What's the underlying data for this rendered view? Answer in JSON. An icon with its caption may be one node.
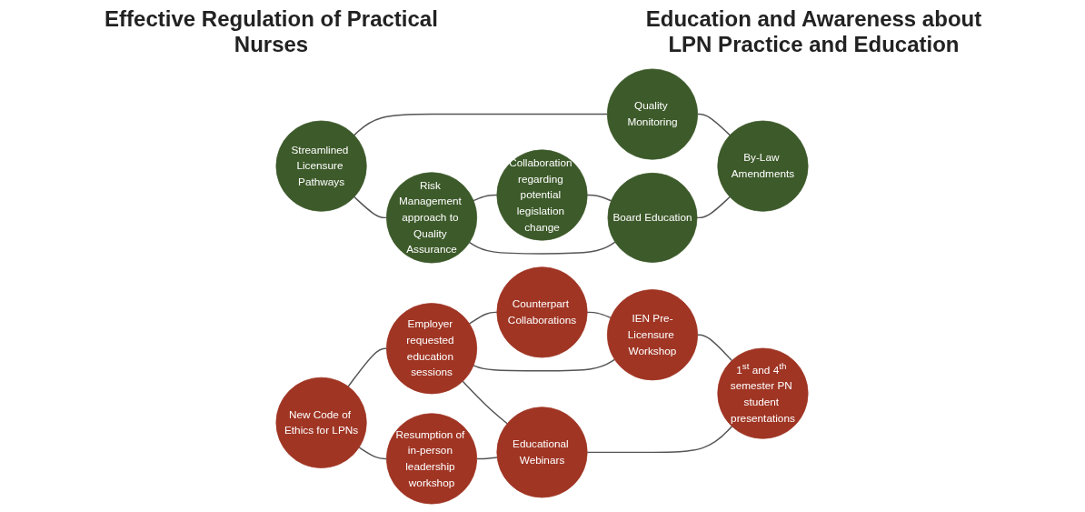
{
  "diagram": {
    "nodes": [
      {
        "text": [
          "Streamlined Licensure Pathways"
        ]
      },
      {
        "text": [
          "Quality Monitoring"
        ]
      },
      {
        "text": [
          "Risk Management approach to Quality Assurance"
        ]
      },
      {
        "text": [
          "By-Law Amendments"
        ]
      },
      {
        "text": [
          "Collaboration regarding potential legislation change"
        ]
      },
      {
        "text": [
          "Board Education"
        ]
      },
      {
        "text": [
          "New Code of Ethics for LPNs"
        ]
      },
      {
        "text": [
          "Counterpart Collaborations"
        ]
      },
      {
        "text": [
          "Employer requested education sessions"
        ]
      },
      {
        "text": [
          "IEN Pre-Licensure Workshop"
        ]
      },
      {
        "text": [
          "Resumption of in-person leadership workshop"
        ]
      },
      {
        "text": [
          "Educational Webinars"
        ]
      },
      {
        "text": [
          "1$^{st}$ and 4$^{th}$ semester PN student presentations"
        ]
      }
    ],
    "edges": [
      {
        "from": 0,
        "to": 1,
        "arrow": "none"
      },
      {
        "from": 0,
        "to": 2,
        "arrow": "none"
      },
      {
        "from": 1,
        "to": 3,
        "arrow": "none"
      },
      {
        "from": 2,
        "to": 4,
        "arrow": "none"
      },
      {
        "from": 2,
        "to": 5,
        "arrow": "none"
      },
      {
        "from": 4,
        "to": 5,
        "arrow": "none"
      },
      {
        "from": 5,
        "to": 3,
        "arrow": "none"
      },
      {
        "from": 6,
        "to": 8,
        "arrow": "none"
      },
      {
        "from": 6,
        "to": 10,
        "arrow": "none"
      },
      {
        "from": 8,
        "to": 7,
        "arrow": "none"
      },
      {
        "from": 8,
        "to": 9,
        "arrow": "none"
      },
      {
        "from": 8,
        "to": 11,
        "arrow": "none"
      },
      {
        "from": 7,
        "to": 9,
        "arrow": "none"
      },
      {
        "from": 10,
        "to": 11,
        "arrow": "none"
      },
      {
        "from": 11,
        "to": 12,
        "arrow": "none"
      },
      {
        "from": 9,
        "to": 12,
        "arrow": "none"
      }
    ],
    "labels": [
      "Effective Regulation of Practical Nurses",
      "Education and Awareness about LPN Practice and Education"
    ]
  }
}
